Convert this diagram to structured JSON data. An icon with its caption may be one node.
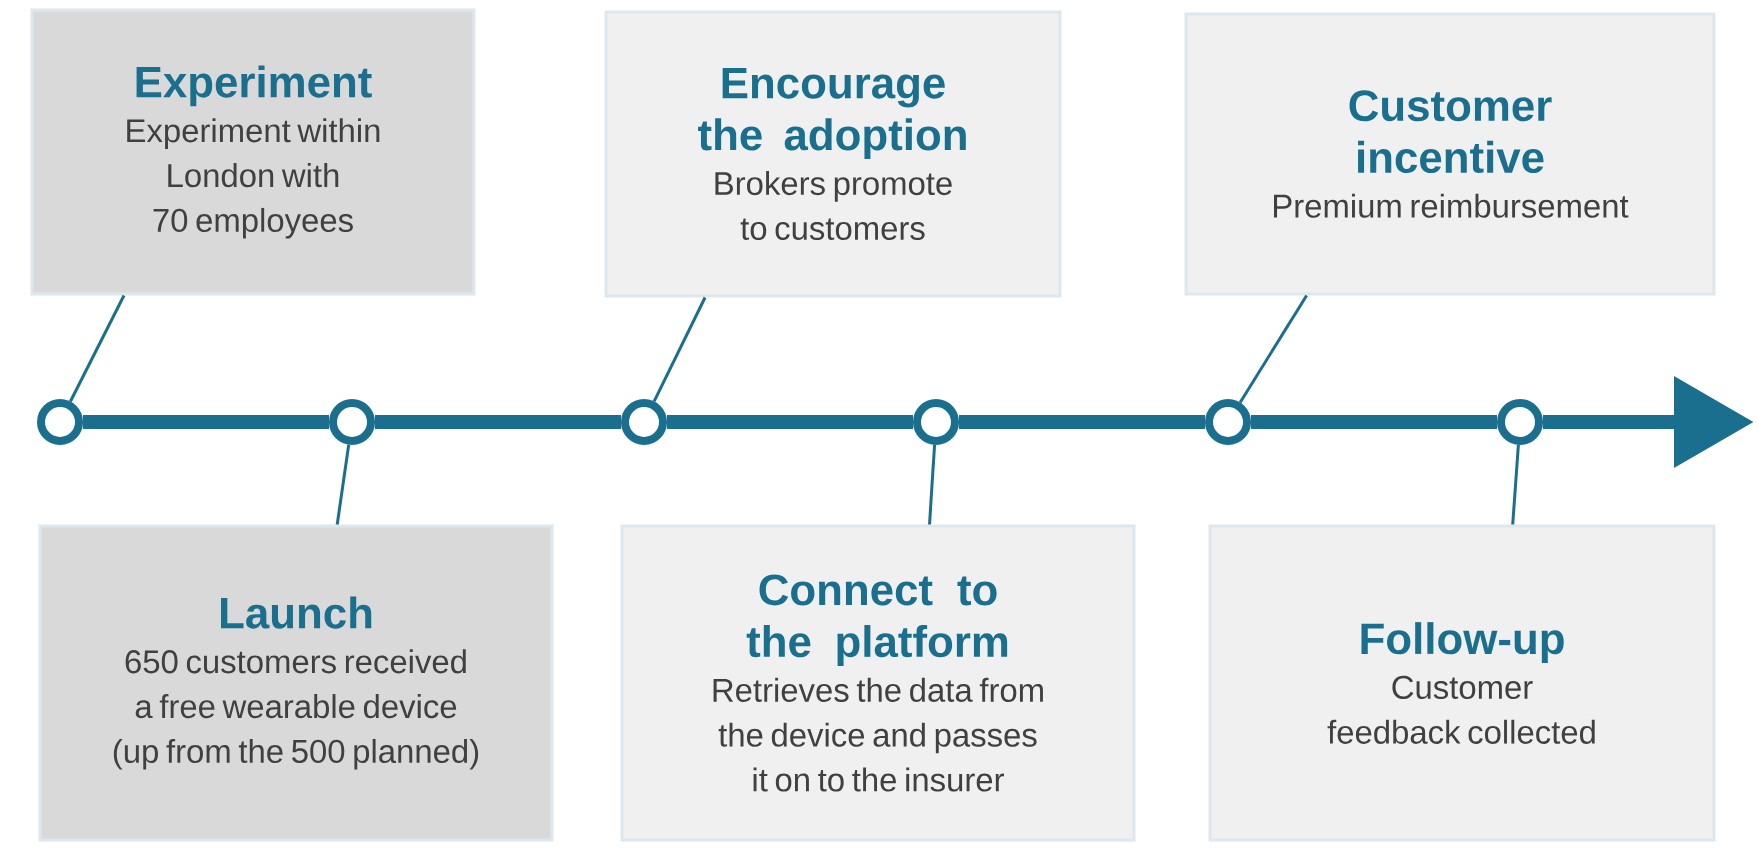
{
  "diagram": {
    "nodes": [
      {
        "text": [
          "Experiment",
          "Experiment within London with 70 employees"
        ]
      },
      {
        "text": [
          "Launch",
          "650 customers received a free wearable device (up from the 500 planned)"
        ]
      },
      {
        "text": [
          "Encourage the adoption",
          "Brokers promote to customers"
        ]
      },
      {
        "text": [
          "Connect to the platform",
          "Retrieves the data from the device and passes it on to the insurer"
        ]
      },
      {
        "text": [
          "Customer incentive",
          "Premium reimbursement"
        ]
      },
      {
        "text": [
          "Follow-up",
          "Customer feedback collected"
        ]
      },
      {
        "text": [],
        "shape": "circle"
      },
      {
        "text": [],
        "shape": "circle"
      },
      {
        "text": [],
        "shape": "circle"
      },
      {
        "text": [],
        "shape": "circle"
      },
      {
        "text": [],
        "shape": "circle"
      },
      {
        "text": [],
        "shape": "circle"
      }
    ],
    "edges": [
      {
        "from": 6,
        "to": 7,
        "arrow": "none",
        "style": "thick"
      },
      {
        "from": 7,
        "to": 8,
        "arrow": "none",
        "style": "thick"
      },
      {
        "from": 8,
        "to": 9,
        "arrow": "none",
        "style": "thick"
      },
      {
        "from": 9,
        "to": 10,
        "arrow": "none",
        "style": "thick"
      },
      {
        "from": 10,
        "to": 11,
        "arrow": "none",
        "style": "thick"
      },
      {
        "from": 11,
        "to": null,
        "arrow": "to",
        "style": "thick"
      },
      {
        "from": 0,
        "to": 6,
        "arrow": "none"
      },
      {
        "from": 1,
        "to": 7,
        "arrow": "none"
      },
      {
        "from": 2,
        "to": 8,
        "arrow": "none"
      },
      {
        "from": 3,
        "to": 9,
        "arrow": "none"
      },
      {
        "from": 4,
        "to": 10,
        "arrow": "none"
      },
      {
        "from": 5,
        "to": 11,
        "arrow": "none"
      }
    ]
  }
}
